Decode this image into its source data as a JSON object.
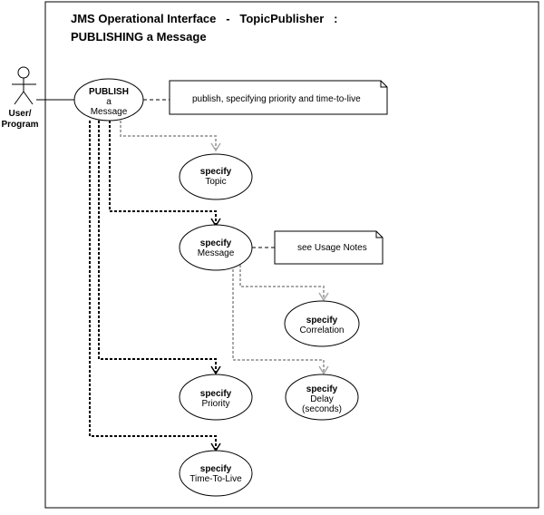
{
  "title": {
    "line1": "JMS Operational Interface   -   TopicPublisher   :",
    "line2": "PUBLISHING a Message"
  },
  "actor": {
    "line1": "User/",
    "line2": "Program"
  },
  "main_use_case": {
    "line1": "PUBLISH",
    "line2": "a",
    "line3": "Message"
  },
  "notes": {
    "publish_note": "publish, specifying priority and time-to-live",
    "message_note": "see Usage Notes"
  },
  "use_cases": {
    "topic": {
      "line1": "specify",
      "line2": "Topic"
    },
    "message": {
      "line1": "specify",
      "line2": "Message"
    },
    "correlation": {
      "line1": "specify",
      "line2": "Correlation"
    },
    "priority": {
      "line1": "specify",
      "line2": "Priority"
    },
    "delay": {
      "line1": "specify",
      "line2": "Delay",
      "line3": "(seconds)"
    },
    "ttl": {
      "line1": "specify",
      "line2": "Time-To-Live"
    }
  },
  "colors": {
    "required_link": "#000000",
    "optional_link": "#a8a8a8"
  }
}
